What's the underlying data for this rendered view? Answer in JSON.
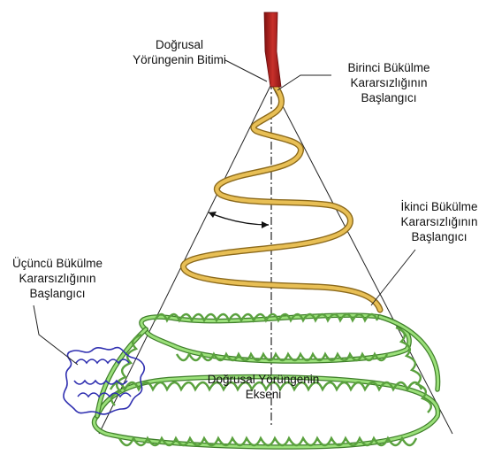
{
  "labels": {
    "end": [
      "Doğrusal",
      "Yörüngenin Bitimi"
    ],
    "first": [
      "Birinci Bükülme",
      "Kararsızlığının",
      "Başlangıcı"
    ],
    "second": [
      "İkinci Bükülme",
      "Kararsızlığının",
      "Başlangıcı"
    ],
    "third": [
      "Üçüncü Bükülme",
      "Kararsızlığının",
      "Başlangıcı"
    ],
    "axis": [
      "Doğrusal Yörüngenin",
      "Ekseni"
    ]
  },
  "colors": {
    "straight_jet": "#b22222",
    "first_helix": "#e3b64a",
    "second_helix": "#86d161",
    "third_coil": "#2f2fb0",
    "guide_lines": "#222222"
  }
}
